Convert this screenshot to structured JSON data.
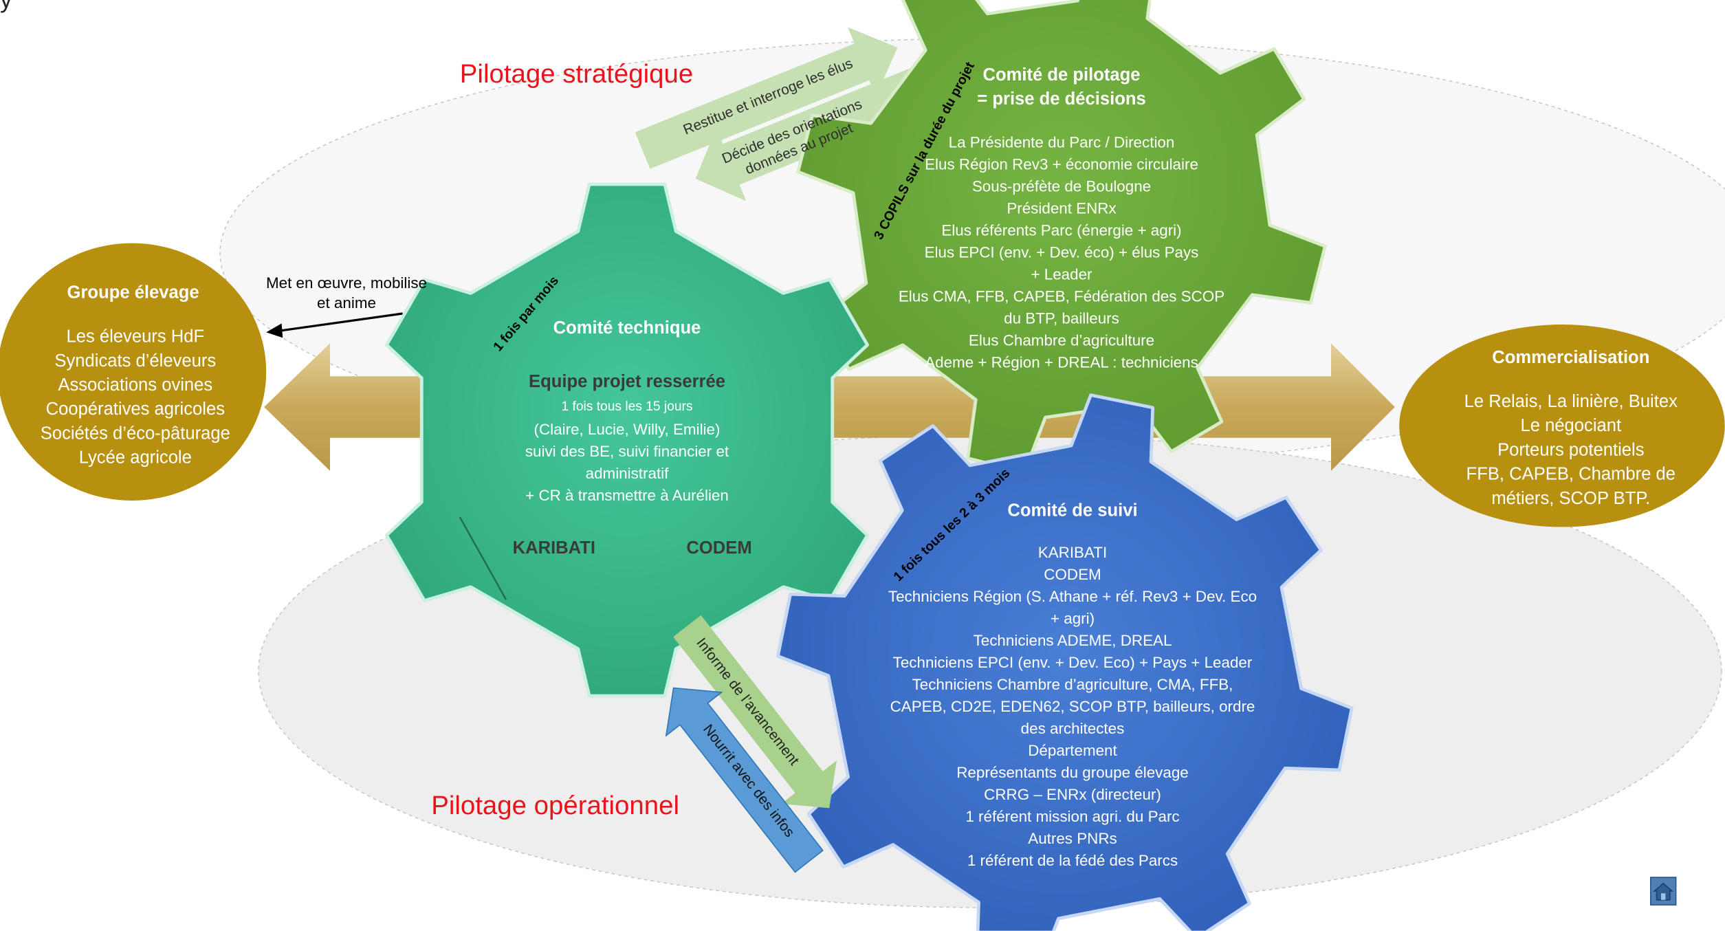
{
  "header_fragment": "y",
  "zones": {
    "strategic": "Pilotage stratégique",
    "operational": "Pilotage opérationnel"
  },
  "groupe_elevage": {
    "title": "Groupe élevage",
    "items": [
      "Les éleveurs HdF",
      "Syndicats d’éleveurs",
      "Associations ovines",
      "Coopératives agricoles",
      "Sociétés d’éco-pâturage",
      "Lycée agricole"
    ]
  },
  "commercialisation": {
    "title": "Commercialisation",
    "items": [
      "Le Relais, La linière, Buitex",
      "Le négociant",
      "Porteurs potentiels",
      "FFB, CAPEB, Chambre de",
      "métiers, SCOP BTP."
    ]
  },
  "comite_technique": {
    "title": "Comité technique",
    "frequency": "1 fois par mois",
    "subtitle": "Equipe projet resserrée",
    "cadence": "1 fois tous les 15 jours",
    "lines": [
      "(Claire, Lucie, Willy, Emilie)",
      "suivi des BE, suivi financier et",
      "administratif",
      "+ CR à transmettre à Aurélien"
    ],
    "left_label": "KARIBATI",
    "right_label": "CODEM"
  },
  "comite_pilotage": {
    "title_line1": "Comité de pilotage",
    "title_line2": "= prise de décisions",
    "frequency": "3 COPILS sur la durée du projet",
    "lines": [
      "La Présidente du Parc / Direction",
      "Elus Région Rev3 + économie circulaire",
      "Sous-préfète de Boulogne",
      "Président ENRx",
      "Elus référents Parc (énergie + agri)",
      "Elus EPCI (env. + Dev. éco) + élus Pays",
      "+ Leader",
      "Elus CMA, FFB, CAPEB, Fédération des SCOP",
      "du BTP, bailleurs",
      "Elus Chambre d’agriculture",
      "Ademe + Région + DREAL : techniciens"
    ]
  },
  "comite_suivi": {
    "title": "Comité de suivi",
    "frequency": "1 fois tous les 2 à 3 mois",
    "lines": [
      "KARIBATI",
      "CODEM",
      "Techniciens Région (S. Athane + réf. Rev3 + Dev. Eco",
      "+ agri)",
      "Techniciens ADEME, DREAL",
      "Techniciens EPCI (env. + Dev. Eco) + Pays + Leader",
      "Techniciens Chambre d’agriculture, CMA, FFB,",
      "CAPEB, CD2E, EDEN62, SCOP BTP, bailleurs, ordre",
      "des architectes",
      "Département",
      "Représentants du groupe élevage",
      "CRRG – ENRx (directeur)",
      "1 référent mission agri. du Parc",
      "Autres PNRs",
      "1 référent de la fédé des Parcs"
    ]
  },
  "arrows": {
    "restitue": "Restitue et interroge les élus",
    "decide_line1": "Décide des orientations",
    "decide_line2": "données au projet",
    "informe": "Informe de l’avancement",
    "nourrit": "Nourrit avec des infos",
    "met_en_oeuvre_line1": "Met en œuvre, mobilise",
    "met_en_oeuvre_line2": "et anime"
  },
  "colors": {
    "teal_gear": "#3dbb8e",
    "green_gear": "#6aaa3a",
    "blue_gear": "#3a6cc6",
    "gold": "#b8900f",
    "light_green_arrow": "#c6e0b4",
    "blue_arrow": "#5b9bd5",
    "red_text": "#e8141b"
  }
}
